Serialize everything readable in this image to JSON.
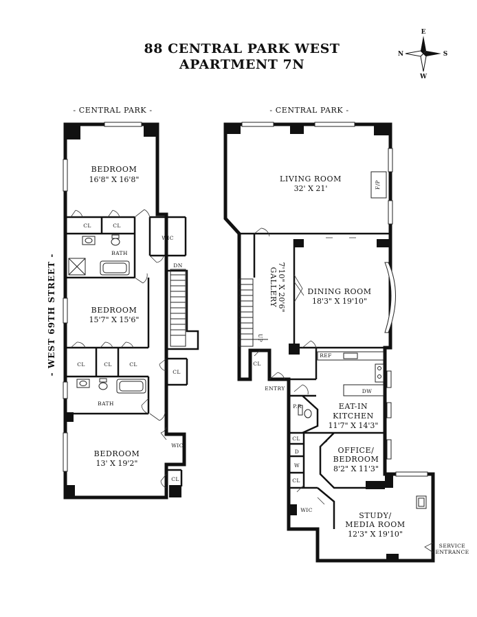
{
  "title": {
    "line1": "88 CENTRAL PARK WEST",
    "line2": "APARTMENT 7N"
  },
  "compass": {
    "north": "N",
    "east": "E",
    "south": "S",
    "west": "W"
  },
  "orientation": {
    "park_left": "- CENTRAL PARK -",
    "park_right": "- CENTRAL PARK -",
    "street": "- WEST 69TH STREET -"
  },
  "rooms": {
    "bedroom1": {
      "name": "BEDROOM",
      "dims": "16'8\" X 16'8\""
    },
    "bedroom2": {
      "name": "BEDROOM",
      "dims": "15'7\" X 15'6\""
    },
    "bedroom3": {
      "name": "BEDROOM",
      "dims": "13' X 19'2\""
    },
    "living": {
      "name": "LIVING ROOM",
      "dims": "32' X 21'"
    },
    "dining": {
      "name": "DINING ROOM",
      "dims": "18'3\" X 19'10\""
    },
    "gallery": {
      "name": "GALLERY",
      "dims": "7'10\" X 20'6\""
    },
    "kitchen": {
      "line1": "EAT-IN",
      "line2": "KITCHEN",
      "dims": "11'7\" X 14'3\""
    },
    "office": {
      "line1": "OFFICE/",
      "line2": "BEDROOM",
      "dims": "8'2\" X 11'3\""
    },
    "study": {
      "line1": "STUDY/",
      "line2": "MEDIA ROOM",
      "dims": "12'3\" X 19'10\""
    }
  },
  "small_labels": {
    "cl": "CL",
    "bath": "BATH",
    "wic": "WIC",
    "dn": "DN",
    "up": "UP",
    "entry": "ENTRY",
    "pr": "P.R.",
    "ref": "REF",
    "dw": "DW",
    "fp": "F/P",
    "w": "W",
    "d": "D",
    "service1": "SERVICE",
    "service2": "ENTRANCE"
  }
}
